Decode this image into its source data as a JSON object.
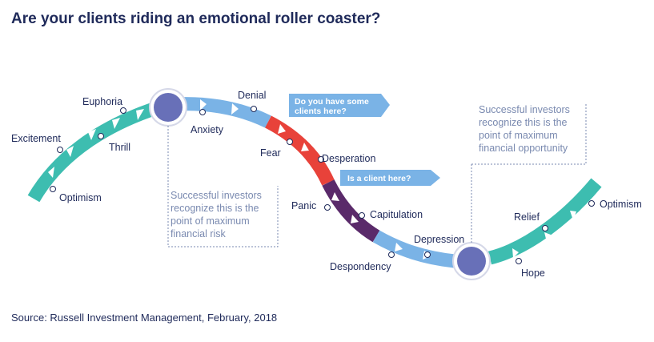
{
  "title": "Are your clients riding an emotional roller coaster?",
  "source": "Source: Russell Investment Management, February, 2018",
  "colors": {
    "teal": "#3dbdb0",
    "light_blue": "#7ab3e6",
    "red": "#e8423a",
    "purple": "#5a2a6a",
    "navy": "#1f2a5a",
    "note_gray": "#7a8ab0",
    "circle_fill": "#6870b8"
  },
  "stages": {
    "optimism_start": "Optimism",
    "excitement": "Excitement",
    "thrill": "Thrill",
    "euphoria": "Euphoria",
    "anxiety": "Anxiety",
    "denial": "Denial",
    "fear": "Fear",
    "desperation": "Desperation",
    "panic": "Panic",
    "capitulation": "Capitulation",
    "despondency": "Despondency",
    "depression": "Depression",
    "hope": "Hope",
    "relief": "Relief",
    "optimism_end": "Optimism"
  },
  "callouts": {
    "top": [
      "Do you have some",
      "clients here?"
    ],
    "middle": [
      "Is a client here?"
    ]
  },
  "notes": {
    "risk": [
      "Successful investors",
      "recognize this is the",
      "point of maximum",
      "financial risk"
    ],
    "opportunity": [
      "Successful investors",
      "recognize this is the",
      "point of maximum",
      "financial opportunity"
    ]
  }
}
